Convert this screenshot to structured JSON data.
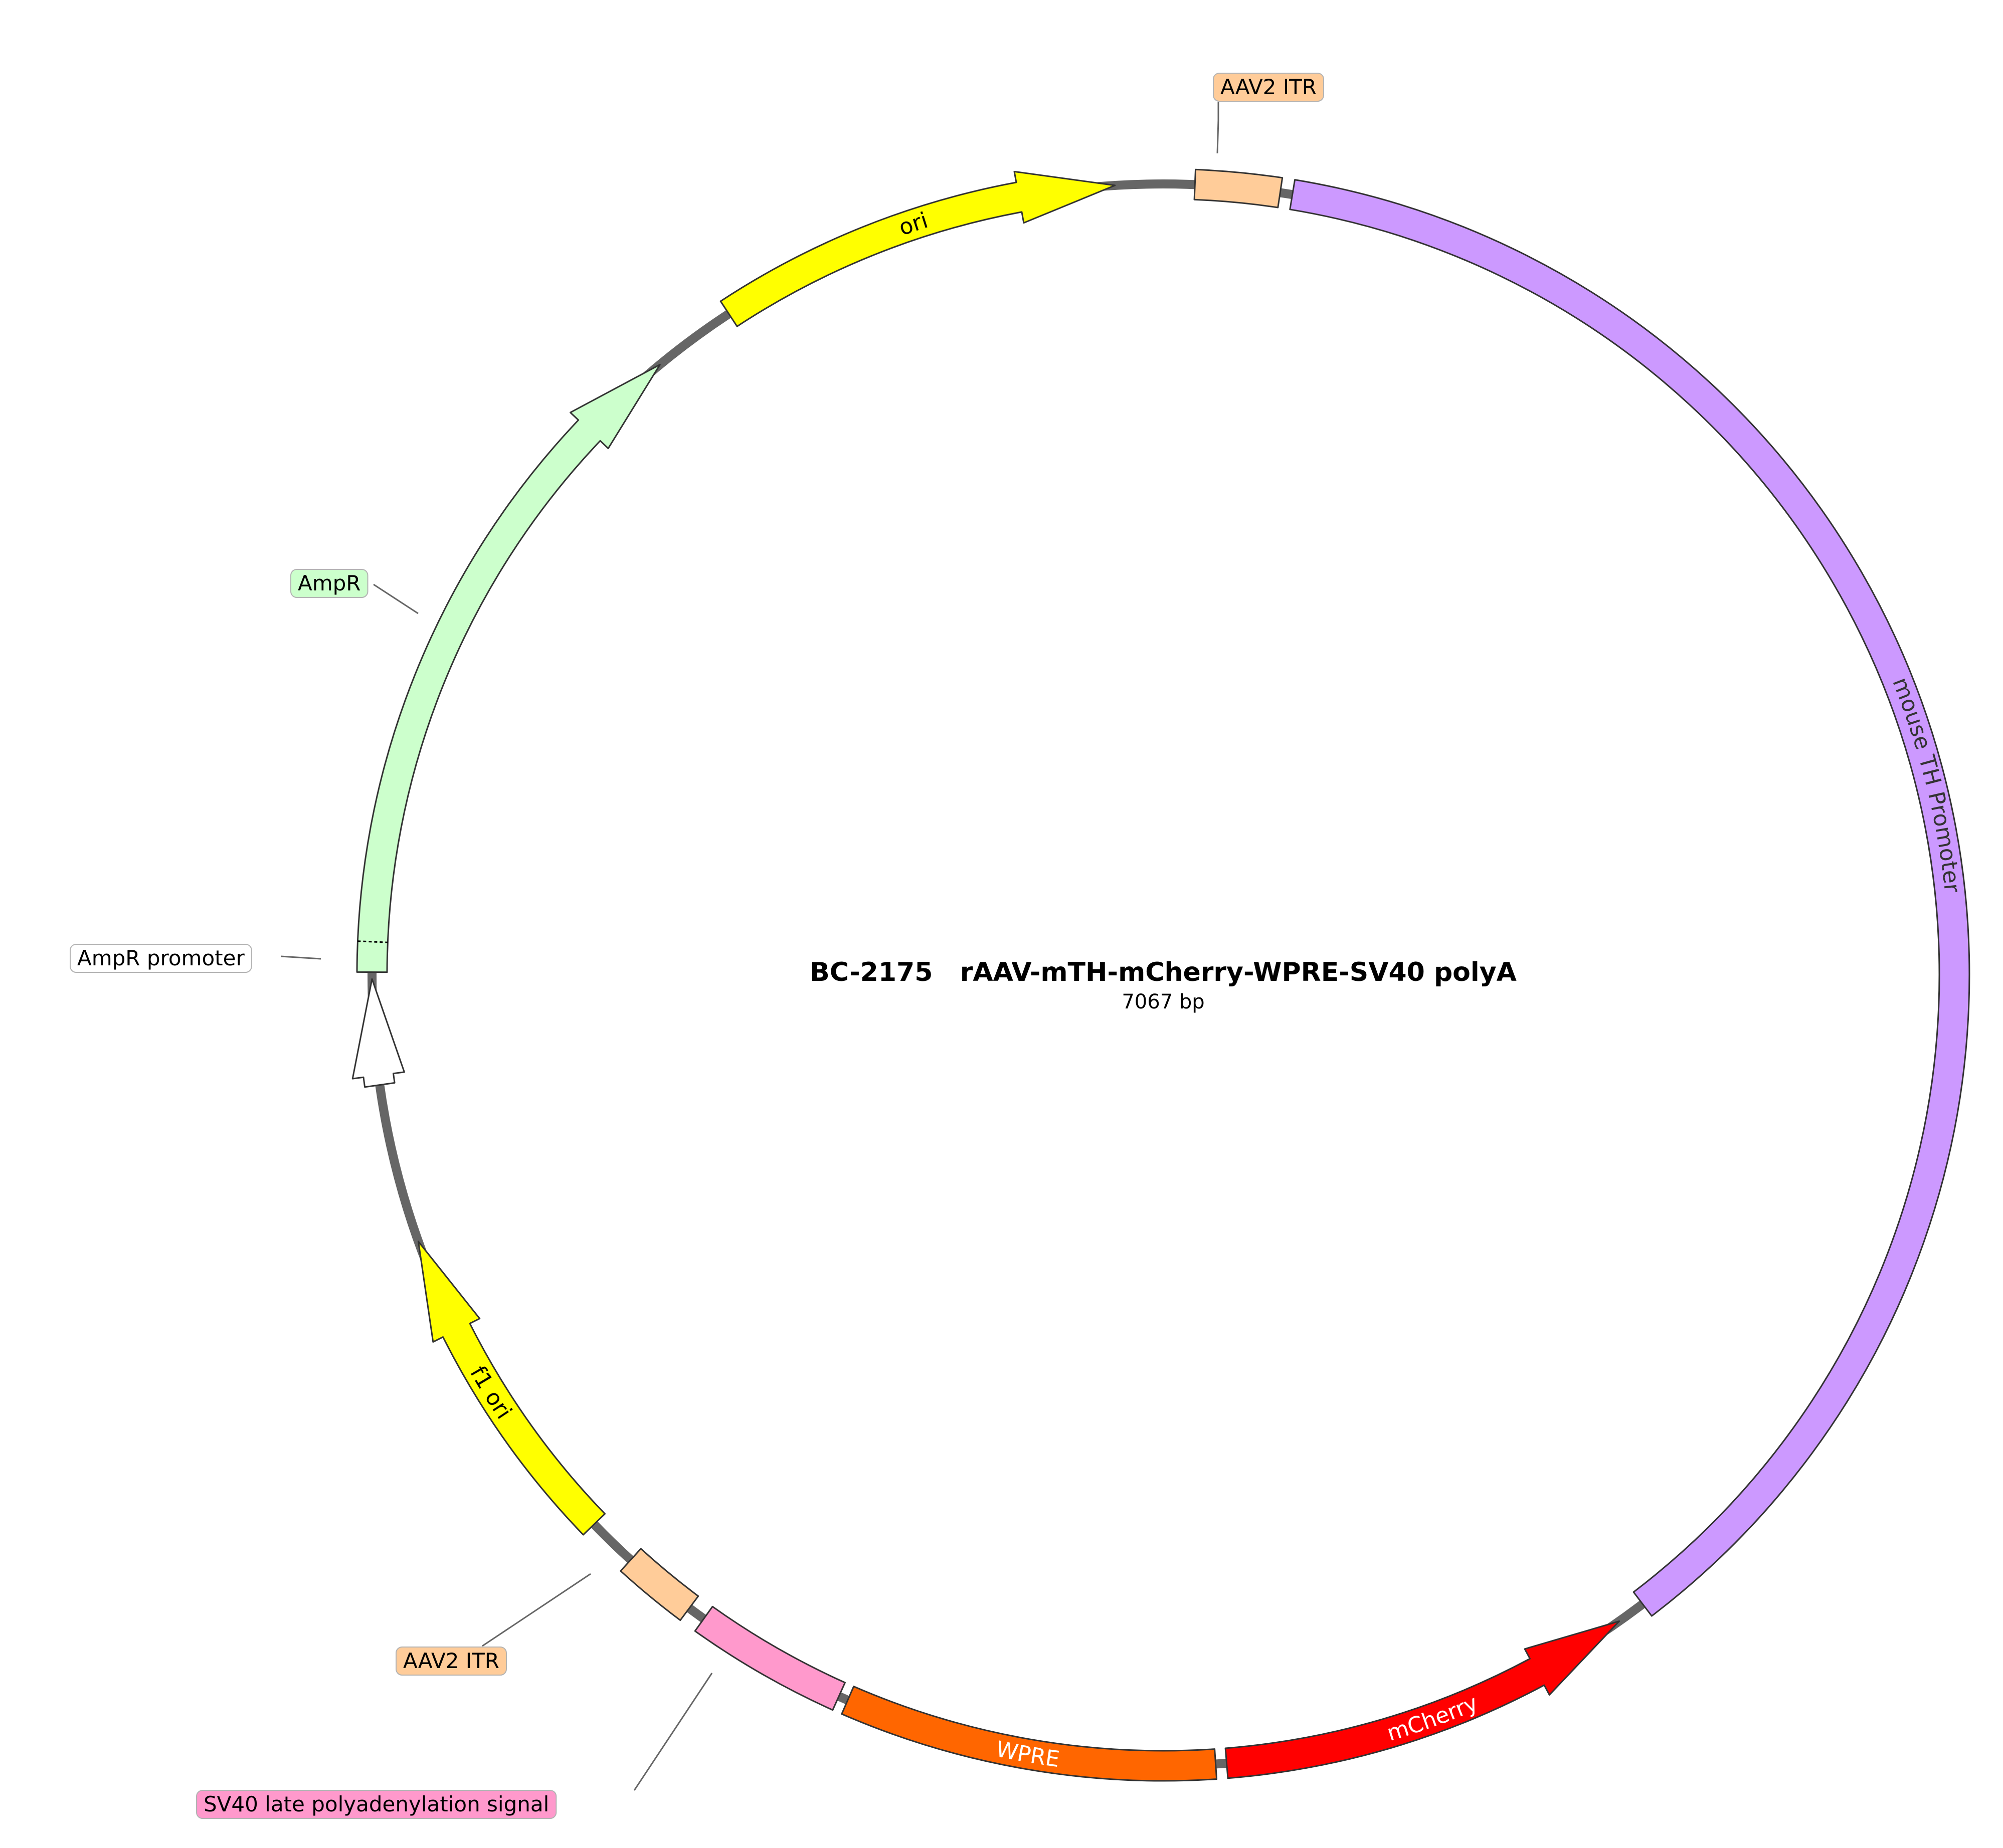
{
  "map": {
    "name": "BC-2175   rAAV-mTH-mCherry-WPRE-SV40 polyA",
    "length": "7067 bp"
  },
  "features": [
    {
      "id": "aav2-itr-top",
      "label": "AAV2 ITR",
      "type": "box",
      "start": 2.3,
      "end": 8.5,
      "color": "#ffcc99",
      "callout": true
    },
    {
      "id": "mouse-th-promoter",
      "label": "mouse TH Promoter",
      "type": "box",
      "start": 9.4,
      "end": 142.7,
      "color": "#cc99ff",
      "text_color": "#333333"
    },
    {
      "id": "mcherry",
      "label": "mCherry",
      "type": "arrow",
      "direction": "reverse",
      "start": 144.8,
      "end": 175.4,
      "color": "#ff0000",
      "text_color": "#ffffff"
    },
    {
      "id": "wpre",
      "label": "WPRE",
      "type": "box",
      "start": 176.2,
      "end": 203.5,
      "color": "#ff6600",
      "text_color": "#ffffff"
    },
    {
      "id": "sv40-pa",
      "label": "SV40 late polyadenylation signal",
      "type": "box",
      "start": 204.2,
      "end": 215.5,
      "color": "#ff99cc",
      "callout": true
    },
    {
      "id": "aav2-itr-bottom",
      "label": "AAV2 ITR",
      "type": "box",
      "start": 216.8,
      "end": 222.3,
      "color": "#ffcc99",
      "callout": true
    },
    {
      "id": "f1-ori",
      "label": "f1 ori",
      "type": "arrow",
      "direction": "forward",
      "start": 226.0,
      "end": 250.3,
      "color": "#ffff00",
      "text_color": "#000000"
    },
    {
      "id": "ampr-promoter",
      "label": "AmpR promoter",
      "type": "arrow",
      "direction": "forward",
      "start": 262.0,
      "end": 269.7,
      "color": "#ffffff",
      "callout": true
    },
    {
      "id": "ampr",
      "label": "AmpR",
      "type": "arrow",
      "direction": "forward",
      "start": 270.2,
      "end": 320.5,
      "color": "#ccffcc",
      "callout": true
    },
    {
      "id": "ori",
      "label": "ori",
      "type": "arrow",
      "direction": "forward",
      "start": 326.7,
      "end": 356.5,
      "color": "#ffff00",
      "text_color": "#000000"
    }
  ],
  "colors": {
    "backbone": "#666666",
    "outline": "#333333",
    "leader": "#666666"
  }
}
